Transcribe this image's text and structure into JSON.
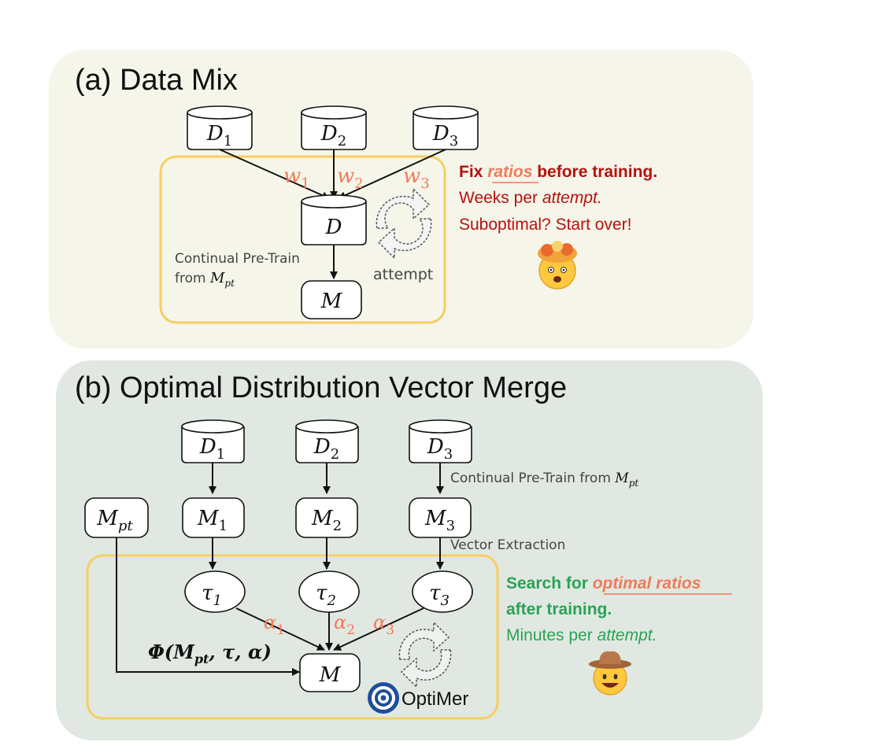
{
  "panel_a": {
    "title": "(a) Data Mix",
    "datasets": [
      {
        "base": "D",
        "sub": "1"
      },
      {
        "base": "D",
        "sub": "2"
      },
      {
        "base": "D",
        "sub": "3"
      }
    ],
    "weights": [
      {
        "base": "w",
        "sub": "1"
      },
      {
        "base": "w",
        "sub": "2"
      },
      {
        "base": "w",
        "sub": "3"
      }
    ],
    "mixed_dataset": "D",
    "model": "M",
    "cpt_line1": "Continual Pre-Train",
    "cpt_line2_prefix": "from ",
    "cpt_model": {
      "base": "M",
      "sub": "pt"
    },
    "attempt_label": "attempt",
    "note_line1_a": "Fix ",
    "note_line1_em": "ratios",
    "note_line1_b": " before training.",
    "note_line2_a": "Weeks per ",
    "note_line2_em": "attempt.",
    "note_line3": "Suboptimal? Start over!",
    "emoji_name": "exploding-head-emoji"
  },
  "panel_b": {
    "title": "(b) Optimal Distribution Vector Merge",
    "datasets": [
      {
        "base": "D",
        "sub": "1"
      },
      {
        "base": "D",
        "sub": "2"
      },
      {
        "base": "D",
        "sub": "3"
      }
    ],
    "cpt_note": "Continual Pre-Train from ",
    "cpt_model": {
      "base": "M",
      "sub": "pt"
    },
    "base_model": {
      "base": "M",
      "sub": "pt"
    },
    "models": [
      {
        "base": "M",
        "sub": "1"
      },
      {
        "base": "M",
        "sub": "2"
      },
      {
        "base": "M",
        "sub": "3"
      }
    ],
    "vector_extraction": "Vector Extraction",
    "vectors": [
      {
        "base": "τ",
        "sub": "1"
      },
      {
        "base": "τ",
        "sub": "2"
      },
      {
        "base": "τ",
        "sub": "3"
      }
    ],
    "alphas": [
      {
        "base": "α",
        "sub": "1"
      },
      {
        "base": "α",
        "sub": "2"
      },
      {
        "base": "α",
        "sub": "3"
      }
    ],
    "phi_a": "Φ(M",
    "phi_sub": "pt",
    "phi_b": ", ",
    "phi_tau": "τ",
    "phi_c": ", ",
    "phi_alpha": "α",
    "phi_d": ")",
    "merged_model": "M",
    "brand": "OptiMer",
    "note_line1_a": "Search for ",
    "note_line1_em": "optimal ratios",
    "note_line2": "after training.",
    "note_line3_a": "Minutes per ",
    "note_line3_em": "attempt.",
    "emoji_name": "cowboy-emoji"
  },
  "colors": {
    "panel_a_bg": "#f6f5ea",
    "panel_b_bg": "#e1e8e2",
    "highlight_box": "#f6cf63",
    "weight_red": "#ee7b5a",
    "note_red": "#b4120e",
    "note_green": "#2aa355"
  }
}
